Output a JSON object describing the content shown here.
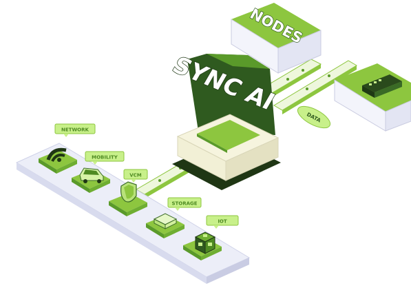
{
  "nodes_box": {
    "title": "NODES"
  },
  "sync_wall": {
    "text": "SYNC AI"
  },
  "data_badge": {
    "text": "DATA"
  },
  "tiles": [
    {
      "label": "NETWORK",
      "icon": "wifi-icon"
    },
    {
      "label": "MOBILITY",
      "icon": "car-icon"
    },
    {
      "label": "VCM",
      "icon": "shield-icon"
    },
    {
      "label": "STORAGE",
      "icon": "storage-box-icon"
    },
    {
      "label": "IOT",
      "icon": "iot-cube-icon"
    }
  ],
  "colors": {
    "green_light": "#8dc63f",
    "green_mid": "#5a9a2a",
    "green_dark": "#2f5a1f",
    "cream": "#f2f0d6",
    "base_lavender": "#e2e4f2",
    "label_bg": "#c8f08a"
  }
}
